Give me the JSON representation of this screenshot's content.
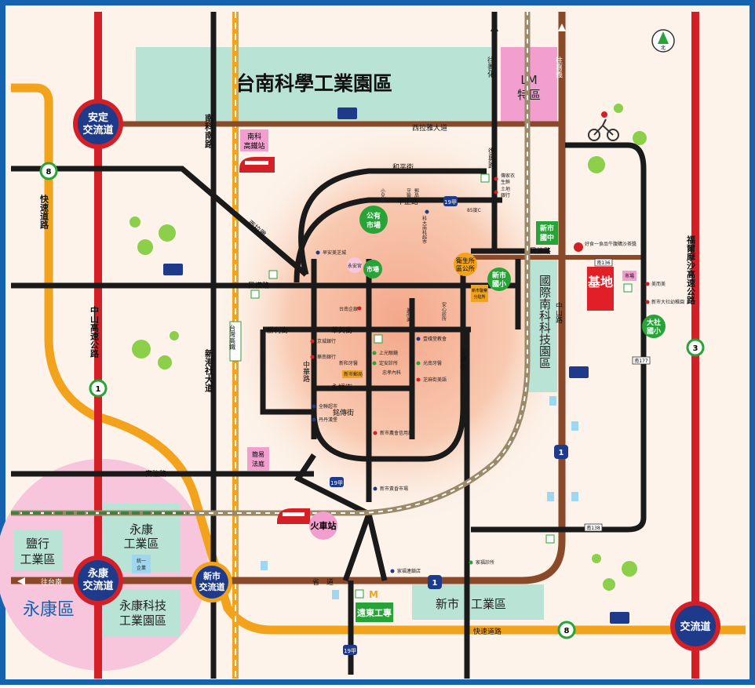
{
  "colors": {
    "border": "#1563b0",
    "bg": "#fdf3ea",
    "park_green": "#b9e3d4",
    "lm_pink": "#f29fcf",
    "yongkang_pink": "#f7c6dc",
    "road_black": "#1a1a1a",
    "road_red": "#d41f26",
    "road_orange": "#f2a31b",
    "road_brown": "#8a4a2a",
    "rail": "#3f7f3f",
    "base_red": "#e01f26",
    "green_badge": "#27a338"
  },
  "zones": {
    "science_park": "台南科學工業園區",
    "lm": [
      "LM",
      "特區"
    ],
    "international_park": "國際南科科技園區",
    "yanhang": [
      "鹽行",
      "工業區"
    ],
    "yongkang_ind": [
      "永康",
      "工業區"
    ],
    "yongkang_tech": [
      "永康科技",
      "工業園區"
    ],
    "yongkang_district": "永康區",
    "xinshi_ind": "新市　工業區",
    "tongyi": [
      "統一",
      "企業"
    ],
    "base": "基地"
  },
  "interchanges": {
    "anding": [
      "安定",
      "交流道"
    ],
    "yongkang": [
      "永康",
      "交流道"
    ],
    "xinshi": [
      "新市",
      "交流道"
    ],
    "right": "交流道"
  },
  "roads": {
    "xilagaya": "西拉雅大道",
    "heping": "和平街",
    "zhongzheng": "中正路",
    "minquan": "民權路",
    "minzu": "民族路",
    "shengli": "勝利街",
    "huaxing": "華興街",
    "yongfu": "永福街",
    "mingchuan": "銘傳街",
    "fuqiang": "富強路",
    "sheng": "省　道",
    "kuaisu_bottom": "快速道路",
    "kuaisu_left": "快速道路",
    "zhongshan": "中山高速公路",
    "formosa": "福爾摩沙高速公路",
    "nanke": "南科南路",
    "xingang": "新港社大道",
    "taiwan_hsr": "台灣高鐵",
    "zhonghua": "中華路",
    "fuxing": "復興路",
    "zhongshan_road": "中山路",
    "guanghua": "光華街",
    "xiqiao": "西拉雅",
    "towards_shanhua": "往善化",
    "towards_jiayi": "往嘉義",
    "towards_tainan": "往台南",
    "nan136": "南136",
    "nan177": "南177",
    "nan138": "南138",
    "r19": "19甲",
    "num1": "1",
    "num3": "3",
    "num8": "8"
  },
  "places": {
    "hsr_station": [
      "南科",
      "高鐵站"
    ],
    "train_station": "火車站",
    "public_market": [
      "公有",
      "市場"
    ],
    "market": "市場",
    "yongan": "永安宮",
    "town_office": [
      "衛生所",
      "區公所"
    ],
    "xinshi_elem": [
      "新市",
      "國小"
    ],
    "xinshi_junior": [
      "新市",
      "國中"
    ],
    "dashe_elem": [
      "大社",
      "國小"
    ],
    "court": [
      "簡易",
      "法庭"
    ],
    "yuandong": "遠東工專",
    "police": [
      "新市警察",
      "分駐所"
    ],
    "north": "北"
  },
  "pois": [
    "傳家衣",
    "生鮮",
    "土地",
    "銀行",
    "小兒科",
    "牙醫",
    "郵局",
    "85度C",
    "科大南科超市",
    "早安美芝城",
    "台南企銀",
    "美而美",
    "安心診所",
    "京城銀行",
    "華南銀行",
    "新和牙醫",
    "上光眼鏡",
    "全聯超市",
    "丹丹漢堡",
    "新市農會信用部",
    "新市黃昏市場",
    "壹棧堂教會",
    "光南牙醫",
    "芝麻街美語",
    "定安診所",
    "忠孝內科",
    "新市郵局",
    "好食一食品牛腹購沙茶醬",
    "美而美",
    "新市大社幼稚園",
    "家福診所",
    "家福連鎖店",
    "市場"
  ]
}
